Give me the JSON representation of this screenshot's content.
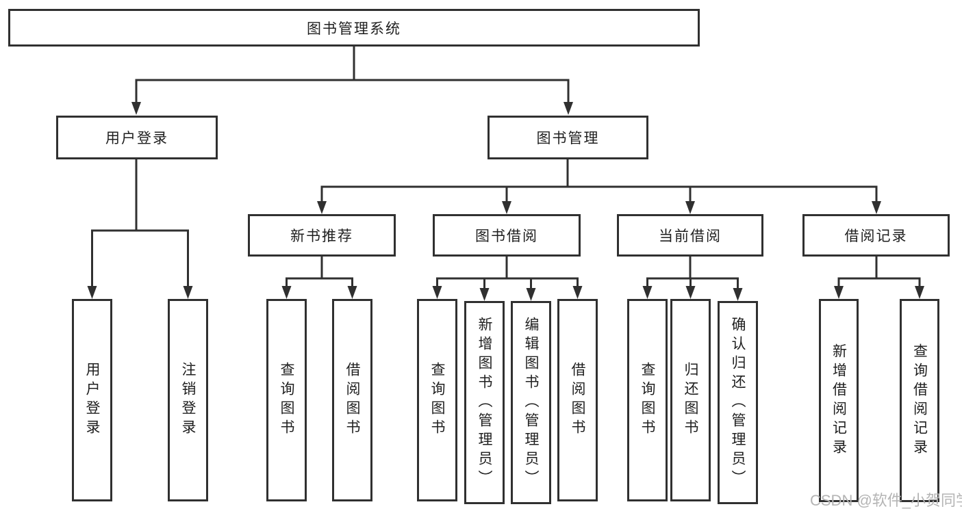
{
  "nodes": {
    "root": "图书管理系统",
    "l2": [
      "用户登录",
      "图书管理"
    ],
    "l3": [
      "新书推荐",
      "图书借阅",
      "当前借阅",
      "借阅记录"
    ],
    "leaves_login": [
      "用户登录",
      "注销登录"
    ],
    "leaves_recommend": [
      "查询图书",
      "借阅图书"
    ],
    "leaves_borrow": [
      "查询图书",
      "新增图书（管理员）",
      "编辑图书（管理员）",
      "借阅图书"
    ],
    "leaves_current": [
      "查询图书",
      "归还图书",
      "确认归还（管理员）"
    ],
    "leaves_record": [
      "新增借阅记录",
      "查询借阅记录"
    ]
  },
  "watermark": "CSDN @软件_小贺同学",
  "colors": {
    "line": "#303030",
    "text": "#1f1f1f",
    "watermark": "#b4b4b4",
    "background": "#ffffff"
  }
}
